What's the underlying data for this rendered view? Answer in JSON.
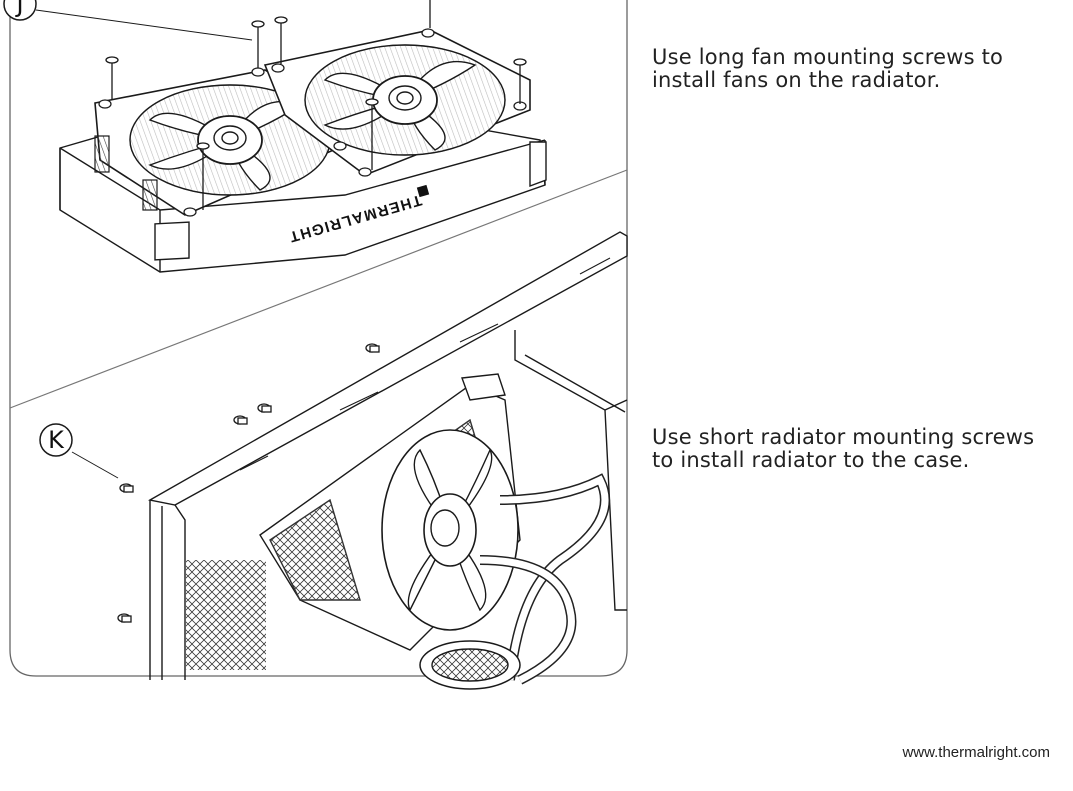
{
  "steps": [
    {
      "marker": "J",
      "text_lines": [
        "Use long fan mounting screws to",
        "install fans on the radiator."
      ]
    },
    {
      "marker": "K",
      "text_lines": [
        "Use short radiator mounting screws",
        "to install radiator to the case."
      ]
    }
  ],
  "radiator_brand": "THERMALRIGHT",
  "footer": {
    "url": "www.thermalright.com"
  }
}
